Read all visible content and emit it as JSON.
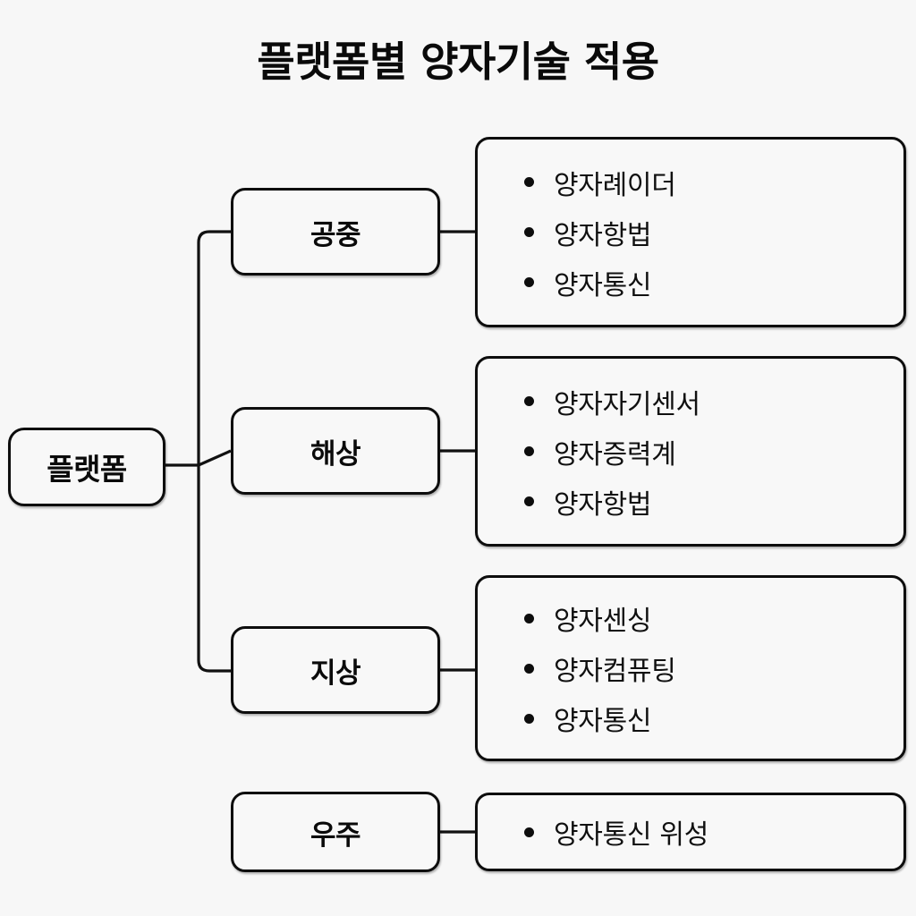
{
  "title": "플랫폼별 양자기술 적용",
  "colors": {
    "background": "#f7f7f7",
    "node_fill": "#f8f8f8",
    "stroke": "#0d0d0d",
    "text": "#0a0a0a"
  },
  "root": {
    "label": "플랫폼"
  },
  "branches": [
    {
      "category": "공중",
      "items": [
        "양자례이더",
        "양자항법",
        "양자통신"
      ]
    },
    {
      "category": "해상",
      "items": [
        "양자자기센서",
        "양자증력계",
        "양자항법"
      ]
    },
    {
      "category": "지상",
      "items": [
        "양자센싱",
        "양자컴퓨팅",
        "양자통신"
      ]
    },
    {
      "category": "우주",
      "items": [
        "양자통신 위성"
      ]
    }
  ]
}
